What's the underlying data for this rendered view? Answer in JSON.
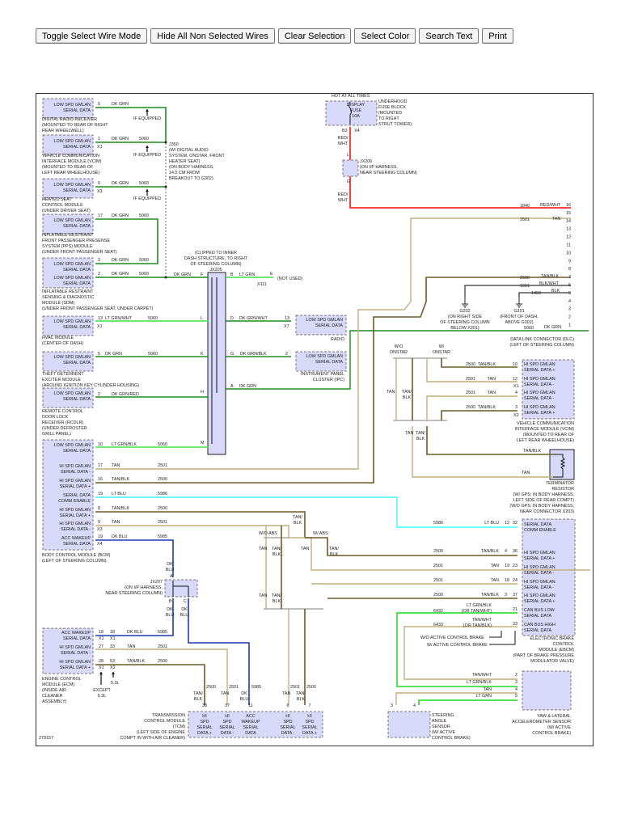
{
  "toolbar": {
    "buttons": [
      "Toggle Select Wire Mode",
      "Hide All Non Selected Wires",
      "Clear Selection",
      "Select Color",
      "Search Text",
      "Print"
    ]
  },
  "diagram": {
    "colors": {
      "dk_grn": "#1e8c1e",
      "lt_grn": "#3ee03e",
      "tan": "#c4ad7c",
      "tan_blk": "#6e5a2a",
      "red_wht": "#ff2a2a",
      "lt_blu": "#3ff6ff",
      "dk_blu": "#1c3cb4",
      "blk": "#333333",
      "box_fill": "#d8d8f8"
    },
    "labels": {
      "lsg": [
        "LOW SPD GMLAN",
        "SERIAL DATA"
      ],
      "radio_rcvr_desc": [
        "DIGITAL RADIO RECEIVER",
        "(MOUNTED TO REAR OF RIGHT",
        "REAR WHEELWELL)"
      ],
      "vcim_left_desc": [
        "VEHICLE COMMUNICATION",
        "INTERFACE MODULE (VCIM)",
        "(MOUNTED TO REAR OF",
        "LEFT REAR WHEELHOUSE)"
      ],
      "hsc_desc": [
        "HEATED SEAT",
        "CONTROL MODULE",
        "(UNDER DRIVER SEAT)"
      ],
      "pps_desc": [
        "INFLATABLE RESTRAINT",
        "FRONT PASSENGER PRESENSE",
        "SYSTEM (PPS) MODULE",
        "(UNDER FRONT PASSENGER SEAT)"
      ],
      "sdm_desc": [
        "INFLATABLE RESTRAINT",
        "SENSING & DIAGNOSTIC",
        "MODULE (SDM)",
        "(UNDER FRONT PASSENGER SEAT, UNDER CARPET)"
      ],
      "hvac_desc": [
        "HVAC MODULE",
        "(CENTER OF DASH)"
      ],
      "theft_desc": [
        "THEFT DETERRENT",
        "EXCITER MODULE",
        "(AROUND IGNITION KEY CYLINDER HOUSING)"
      ],
      "rcdlr_desc": [
        "REMOTE CONTROL",
        "DOOR LOCK",
        "RECEIVER (RCDLR)",
        "(UNDER DEFROSTER",
        "GRILL PANEL)"
      ],
      "bcm_desc": [
        "BODY CONTROL MODULE (BCM)",
        "(LEFT OF STEERING COLUMN)"
      ],
      "ecm_desc": [
        "ENGINE CONTROL",
        "MODULE (ECM)",
        "(INSIDE AIR",
        "CLEANER",
        "ASSEMBLY)"
      ],
      "if_equipped": "IF EQUIPPED",
      "j350": [
        "J350",
        "(W/ DIGITAL AUDIO",
        "SYSTEM, ONSTAR, FRONT",
        "HEATER SEAT)",
        "(ON BODY HARNESS,",
        "14.5 CM FROM",
        "BREAKOUT TO G302)"
      ],
      "jx205": [
        "(CLIPPED TO INNER",
        "DASH STRUCTURE, TO RIGHT",
        "OF STEERING COLUMN)",
        "JX205"
      ],
      "jx207": [
        "JX207",
        "(ON I/P HARNESS,",
        "NEAR STEERING COLUMN)"
      ],
      "jx206": [
        "JX206",
        "(ON I/P HARNESS,",
        "NEAR STEERING COLUMN)"
      ],
      "not_used": "(NOT USED)",
      "x111": "X111",
      "radio": "RADIO",
      "ipc_desc": [
        "INSTRUMENT PANEL",
        "CLUSTER (IPC)"
      ],
      "hi_minus": [
        "HI SPD GMLAN",
        "SERIAL DATA -"
      ],
      "hi_plus": [
        "HI SPD GMLAN",
        "SERIAL DATA +"
      ],
      "comm_enable": [
        "SERIAL DATA",
        "COMM ENABLE"
      ],
      "acc_wakeup": [
        "ACC WAKEUP",
        "SERIAL DATA"
      ],
      "can_low": [
        "CAN BUS LOW",
        "SERIAL DATA"
      ],
      "can_high": [
        "CAN BUS HIGH",
        "SERIAL DATA"
      ],
      "tcm_cols": [
        [
          "HI",
          "SPD",
          "SERIAL",
          "DATA +"
        ],
        [
          "HI",
          "SPD",
          "SERIAL",
          "DATA -"
        ],
        [
          "ACC",
          "WAKEUP",
          "SERIAL",
          "DATA"
        ],
        [
          "HI",
          "SPD",
          "SERIAL",
          "DATA -"
        ],
        [
          "HI",
          "SPD",
          "SERIAL",
          "DATA +"
        ]
      ],
      "tcm_desc": [
        "TRANSMISSION",
        "CONTROL MODULE",
        "(TCM)",
        "(LEFT SIDE OF ENGINE",
        "COMPT IN WITH AIR CLEANER)"
      ],
      "except_53": [
        "EXCEPT",
        "5.3L"
      ],
      "only_53": "5.3L",
      "hot": "HOT AT ALL TIMES",
      "fuse": [
        "DISPLAY",
        "FUSE",
        "10A"
      ],
      "fuse_block": [
        "UNDERHOOD",
        "FUSE BLOCK",
        "(MOUNTED",
        "TO RIGHT",
        "STRUT TOWER)"
      ],
      "g202": [
        "G202",
        "(ON RIGHT SIDE",
        "OF STEERING COLUMN",
        "BELOW X201)"
      ],
      "g201": [
        "G201",
        "(FRONT OF DASH,",
        "ABOVE G302)"
      ],
      "dlc_desc": [
        "DATA LINK CONNECTOR (DLC)",
        "(LEFT OF STEERING COLUMN)"
      ],
      "wo_onstar": [
        "W/O",
        "ONSTAR"
      ],
      "w_onstar": [
        "W/",
        "ONSTAR"
      ],
      "vcim_right_desc": [
        "VEHICLE COMMUNICATION",
        "INTERFACE MODULE (VCIM)",
        "(MOUNTED TO REAR OF",
        "LEFT REAR WHEELHOUSE)"
      ],
      "term_desc": [
        "TERMINATOR",
        "RESISTOR",
        "(W/ GPS: IN BODY HARNESS,",
        "LEFT SIDE OF REAR COMPT)",
        "(W/O GPS: IN BODY HARNESS,",
        "NEAR CONNECTOR X203)"
      ],
      "wo_abs": "W/O ABS",
      "w_abs": "W/ ABS",
      "wo_acb": "W/O ACTIVE CONTROL BRAKE",
      "w_acb": "W/ ACTIVE CONTROL BRAKE",
      "ebcm_desc": [
        "ELECTRONIC BRAKE",
        "CONTROL",
        "MODULE (EBCM)",
        "(PART OF BRAKE PRESSURE",
        "MODULATOR VALVE)"
      ],
      "yaw_desc": [
        "YAW & LATERAL",
        "ACCELEROMETER SENSOR",
        "(W/ ACTIVE",
        "CONTROL BRAKE)"
      ],
      "sas_desc": [
        "STEERING",
        "ANGLE",
        "SENSOR",
        "(W/ ACTIVE",
        "CONTROL BRAKE)"
      ],
      "ltgrn_blk_or": [
        "LT GRN/BLK",
        "(OR TAN/WHT)"
      ],
      "tanwht_or": [
        "TAN/WHT",
        "(OR TAN/BLK)"
      ],
      "tan_blk2": [
        "TAN/",
        "BLK"
      ],
      "dk_blu2": [
        "DK",
        "BLU"
      ],
      "red_wht2": [
        "RED/",
        "WHT"
      ],
      "diagram_id": "279157"
    },
    "wire_text": {
      "dk_grn": "DK GRN",
      "lt_grn": "LT GRN",
      "lt_grn_wht": "LT GRN/WHT",
      "dk_grn_wht": "DK GRN/WHT",
      "dk_grn_blk": "DK GRN/BLK",
      "dk_grn_red": "DK GRN/RED",
      "lt_grn_blk": "LT GRN/BLK",
      "tan": "TAN",
      "tan_blk": "TAN/BLK",
      "lt_blu": "LT BLU",
      "dk_blu": "DK BLU",
      "red_wht": "RED/WHT",
      "blk_wht": "BLK/WHT",
      "blk": "BLK",
      "tan_wht": "TAN/WHT"
    },
    "circuits": [
      "5060",
      "2500",
      "2501",
      "5986",
      "5985",
      "1840",
      "1551",
      "1450",
      "6432",
      "6433"
    ],
    "pins": [
      "1",
      "2",
      "3",
      "4",
      "5",
      "6",
      "7",
      "8",
      "9",
      "10",
      "11",
      "12",
      "13",
      "14",
      "15",
      "16",
      "17",
      "18",
      "19",
      "21",
      "23",
      "24",
      "27",
      "28",
      "32",
      "33",
      "36",
      "37",
      "38",
      "53",
      "A",
      "B",
      "C",
      "D",
      "E",
      "F",
      "G",
      "H",
      "K",
      "L",
      "M",
      "B3",
      "X1",
      "X2",
      "X3",
      "X4",
      "X7"
    ]
  }
}
